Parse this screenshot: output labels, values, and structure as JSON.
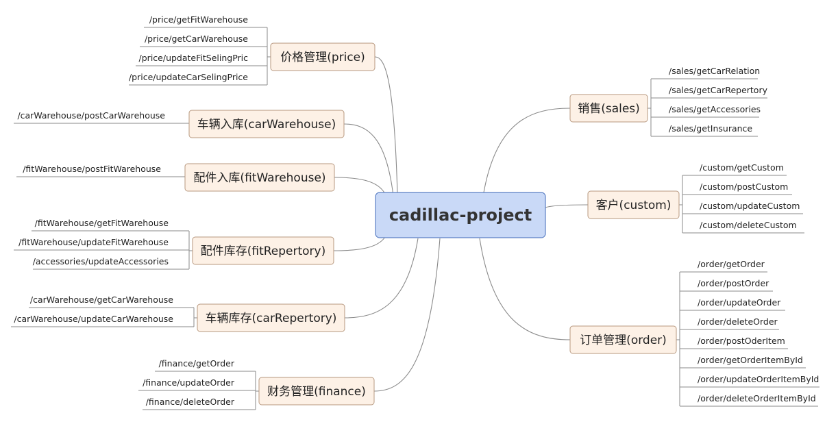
{
  "diagram": {
    "central": {
      "label": "cadillac-project"
    },
    "colors": {
      "central_fill": "#c9d9f7",
      "central_stroke": "#5a7fc4",
      "topic_fill": "#fdf1e6",
      "topic_stroke": "#b7987f",
      "line": "#8a8a8a",
      "text": "#222222"
    },
    "branches": [
      {
        "id": "price",
        "label": "价格管理(price)",
        "items": [
          "/price/getFitWarehouse",
          "/price/getCarWarehouse",
          "/price/updateFitSelingPric",
          "/price/updateCarSelingPrice"
        ]
      },
      {
        "id": "carWarehouse",
        "label": "车辆入库(carWarehouse)",
        "items": [
          "/carWarehouse/postCarWarehouse"
        ]
      },
      {
        "id": "fitWarehouse",
        "label": "配件入库(fitWarehouse)",
        "items": [
          "/fitWarehouse/postFitWarehouse"
        ]
      },
      {
        "id": "fitRepertory",
        "label": "配件库存(fitRepertory)",
        "items": [
          "/fitWarehouse/getFitWarehouse",
          "/fitWarehouse/updateFitWarehouse",
          "/accessories/updateAccessories"
        ]
      },
      {
        "id": "carRepertory",
        "label": "车辆库存(carRepertory)",
        "items": [
          "/carWarehouse/getCarWarehouse",
          "/carWarehouse/updateCarWarehouse"
        ]
      },
      {
        "id": "finance",
        "label": "财务管理(finance)",
        "items": [
          "/finance/getOrder",
          "/finance/updateOrder",
          "/finance/deleteOrder"
        ]
      },
      {
        "id": "sales",
        "label": "销售(sales)",
        "items": [
          "/sales/getCarRelation",
          "/sales/getCarRepertory",
          "/sales/getAccessories",
          "/sales/getInsurance"
        ]
      },
      {
        "id": "custom",
        "label": "客户(custom)",
        "items": [
          "/custom/getCustom",
          "/custom/postCustom",
          "/custom/updateCustom",
          "/custom/deleteCustom"
        ]
      },
      {
        "id": "order",
        "label": "订单管理(order)",
        "items": [
          "/order/getOrder",
          "/order/postOrder",
          "/order/updateOrder",
          "/order/deleteOrder",
          "/order/postOderItem",
          "/order/getOrderItemById",
          "/order/updateOrderItemById",
          "/order/deleteOrderItemById"
        ]
      }
    ]
  }
}
